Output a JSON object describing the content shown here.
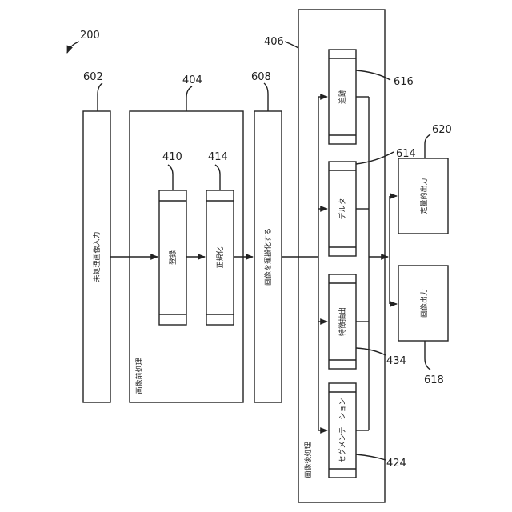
{
  "figure_ref": "200",
  "blocks": {
    "raw_input": {
      "ref": "602",
      "label": "未処理画像入力"
    },
    "preprocess": {
      "ref": "404",
      "label": "画像前処理"
    },
    "register": {
      "ref": "410",
      "label": "登録"
    },
    "normalize": {
      "ref": "414",
      "label": "正規化"
    },
    "distribute": {
      "ref": "608",
      "label": "画像を運搬化する"
    },
    "postprocess": {
      "ref": "406",
      "label": "画像後処理"
    },
    "tracking": {
      "ref": "616",
      "label": "追跡"
    },
    "delta": {
      "ref": "614",
      "label": "デルタ"
    },
    "feature": {
      "ref": "434",
      "label": "特徴抽出"
    },
    "segmentation": {
      "ref": "424",
      "label": "セグメンテーション"
    },
    "quant_output": {
      "ref": "620",
      "label": "定量的出力"
    },
    "image_output": {
      "ref": "618",
      "label": "画像出力"
    }
  }
}
